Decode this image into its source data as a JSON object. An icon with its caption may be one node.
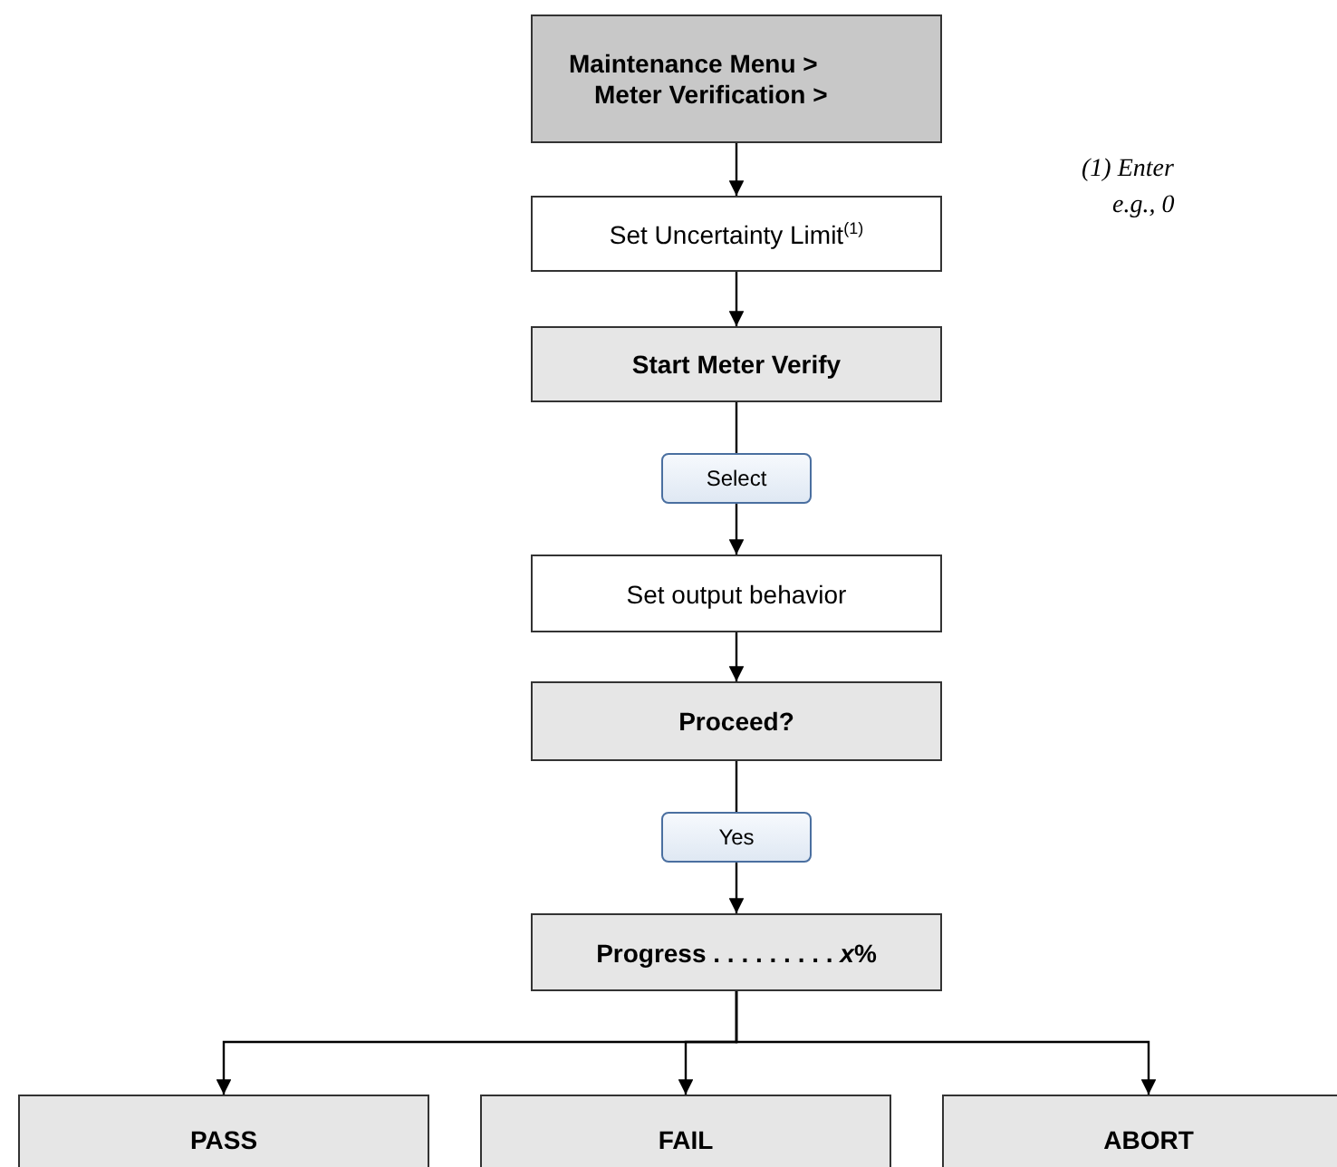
{
  "diagram": {
    "nodes": [
      {
        "text": [
          "Maintenance Menu > Meter Verification >"
        ]
      },
      {
        "text": [
          "Set Uncertainty Limit$^{(1)}$"
        ]
      },
      {
        "text": [
          "Start Meter Verify"
        ]
      },
      {
        "text": [
          "Select"
        ]
      },
      {
        "text": [
          "Set output behavior"
        ]
      },
      {
        "text": [
          "Proceed?"
        ]
      },
      {
        "text": [
          "Yes"
        ]
      },
      {
        "text": [
          "Progress  . . . . . . . . . *x*%"
        ]
      },
      {
        "text": [
          "PASS"
        ]
      },
      {
        "text": [
          "FAIL"
        ]
      },
      {
        "text": [
          "ABORT"
        ]
      }
    ],
    "edges": [
      {
        "from": 0,
        "to": 1,
        "arrow": "to"
      },
      {
        "from": 1,
        "to": 2,
        "arrow": "to"
      },
      {
        "from": 2,
        "to": 3,
        "arrow": "none"
      },
      {
        "from": 3,
        "to": 4,
        "arrow": "to"
      },
      {
        "from": 4,
        "to": 5,
        "arrow": "to"
      },
      {
        "from": 5,
        "to": 6,
        "arrow": "none"
      },
      {
        "from": 6,
        "to": 7,
        "arrow": "to"
      },
      {
        "from": 7,
        "to": 8,
        "arrow": "to"
      },
      {
        "from": 7,
        "to": 9,
        "arrow": "to"
      },
      {
        "from": 7,
        "to": 10,
        "arrow": "to"
      }
    ],
    "labels": [
      "(1) Enter",
      "e.g., 0"
    ]
  }
}
